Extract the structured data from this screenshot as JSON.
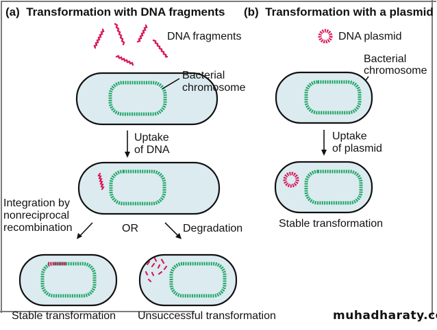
{
  "panel_a": {
    "title": "(a)  Transformation with DNA fragments",
    "fragments_label": "DNA fragments",
    "chromosome_label_line1": "Bacterial",
    "chromosome_label_line2": "chromosome",
    "uptake_line1": "Uptake",
    "uptake_line2": "of DNA",
    "integration_line1": "Integration by",
    "integration_line2": "nonreciprocal",
    "integration_line3": "recombination",
    "or_label": "OR",
    "degradation_label": "Degradation",
    "stable_label": "Stable transformation",
    "unsuccessful_label": "Unsuccessful transformation"
  },
  "panel_b": {
    "title": "(b)  Transformation with a plasmid",
    "plasmid_label": "DNA plasmid",
    "chromosome_label_line1": "Bacterial",
    "chromosome_label_line2": "chromosome",
    "uptake_line1": "Uptake",
    "uptake_line2": "of plasmid",
    "stable_label": "Stable transformation"
  },
  "watermark": "muhadharaty.com",
  "colors": {
    "cell_fill": "#dcebf0",
    "cell_stroke": "#111111",
    "chromosome": "#1fa566",
    "dna_fragment": "#d8195a",
    "frame": "#7a7a7a"
  }
}
